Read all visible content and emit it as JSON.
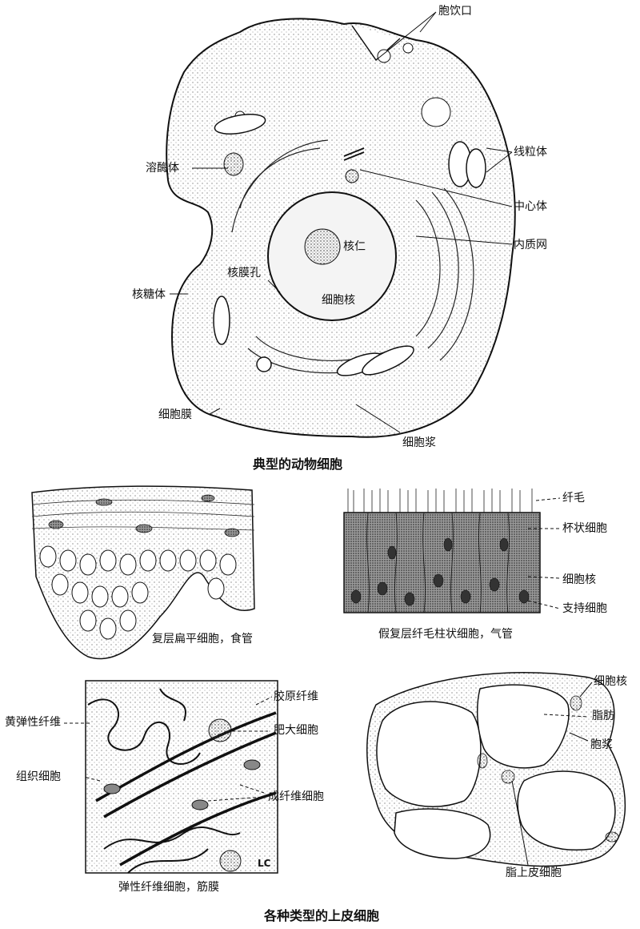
{
  "animal_cell": {
    "caption": "典型的动物细胞",
    "labels": {
      "pinocytosis": "胞饮口",
      "mitochondria": "线粒体",
      "lysosome": "溶酶体",
      "centrosome": "中心体",
      "er": "内质网",
      "nucleolus": "核仁",
      "nuclear_pore": "核膜孔",
      "ribosome": "核糖体",
      "nucleus": "细胞核",
      "membrane": "细胞膜",
      "cytoplasm": "细胞浆"
    }
  },
  "squamous": {
    "caption": "复层扁平细胞，食管"
  },
  "ciliated": {
    "caption": "假复层纤毛柱状细胞，气管",
    "labels": {
      "cilia": "纤毛",
      "goblet": "杯状细胞",
      "nucleus": "细胞核",
      "support": "支持细胞"
    }
  },
  "connective": {
    "caption": "弹性纤维细胞，筋膜",
    "labels": {
      "yellow_elastic": "黄弹性纤维",
      "histiocyte": "组织细胞",
      "collagen": "胶原纤维",
      "mast": "肥大细胞",
      "fibroblast": "成纤维细胞"
    },
    "signature": "LC"
  },
  "adipose": {
    "caption": "脂上皮细胞",
    "labels": {
      "nucleus": "细胞核",
      "fat": "脂肪",
      "cytoplasm": "胞浆"
    }
  },
  "bottom_title": "各种类型的上皮细胞"
}
